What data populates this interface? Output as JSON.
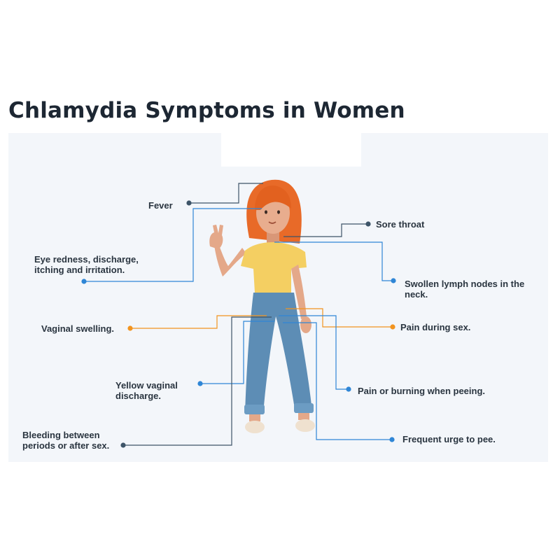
{
  "title": "Chlamydia Symptoms in Women",
  "colors": {
    "title": "#1d2733",
    "panel": "#f3f6fa",
    "label_text": "#2a3540",
    "navy_dot": "#3d5468",
    "blue": "#2f86d6",
    "orange": "#f2941f",
    "hair": "#e86a28",
    "shirt": "#f4cf62",
    "jeans": "#5d8db5",
    "skin": "#e4a889"
  },
  "labels": [
    {
      "id": "fever",
      "text": "Fever",
      "color": "navy"
    },
    {
      "id": "sore-throat",
      "text": "Sore throat",
      "color": "navy"
    },
    {
      "id": "eye-redness",
      "text": "Eye redness, discharge, itching and irritation.",
      "color": "blue"
    },
    {
      "id": "swollen-lymph",
      "text": "Swollen lymph nodes in the neck.",
      "color": "blue"
    },
    {
      "id": "vaginal-swelling",
      "text": "Vaginal swelling.",
      "color": "orange"
    },
    {
      "id": "pain-sex",
      "text": "Pain during sex.",
      "color": "orange"
    },
    {
      "id": "yellow-discharge",
      "text": "Yellow vaginal discharge.",
      "color": "blue"
    },
    {
      "id": "pain-peeing",
      "text": "Pain or burning when peeing.",
      "color": "blue"
    },
    {
      "id": "bleeding",
      "text": "Bleeding between periods or after sex.",
      "color": "navy"
    },
    {
      "id": "urge",
      "text": "Frequent urge to pee.",
      "color": "blue"
    }
  ]
}
